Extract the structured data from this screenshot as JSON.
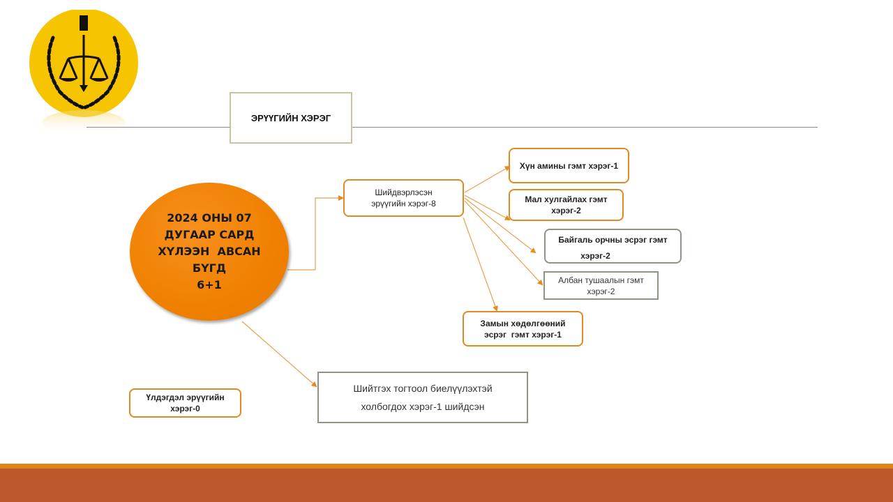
{
  "header": {
    "title": "ЭРҮҮГИЙН ХЭРЭГ",
    "logo": "court-emblem-scales"
  },
  "center": {
    "lines": [
      "2024 ОНЫ 07",
      "ДУГААР САРД",
      "ХҮЛЭЭН  АВСАН",
      "БҮГД",
      "6+1"
    ]
  },
  "resolved": {
    "lines": [
      "Шийдвэрлэсэн",
      "эрүүгийн хэрэг-8"
    ]
  },
  "categories": [
    {
      "lines": [
        "Хүн амины гэмт хэрэг-1"
      ]
    },
    {
      "lines": [
        "Мал хулгайлах гэмт",
        "хэрэг-2"
      ]
    },
    {
      "lines": [
        "Байгаль орчны эсрэг гэмт",
        "хэрэг-2"
      ]
    },
    {
      "lines": [
        "Албан тушаалын гэмт",
        "хэрэг-2"
      ]
    },
    {
      "lines": [
        "Замын хөдөлгөөний",
        "эсрэг  гэмт хэрэг-1"
      ]
    }
  ],
  "execution": {
    "lines": [
      "Шийтгэх тогтоол биелүүлэхтэй",
      "холбогдох хэрэг-1 шийдсэн"
    ]
  },
  "remaining": {
    "lines": [
      "Үлдэгдэл эрүүгийн",
      "хэрэг-0"
    ]
  },
  "colors": {
    "accent": "#f08000",
    "box_border": "#e08a22",
    "band_top": "#e0841f",
    "band_bottom": "#bd582c"
  }
}
